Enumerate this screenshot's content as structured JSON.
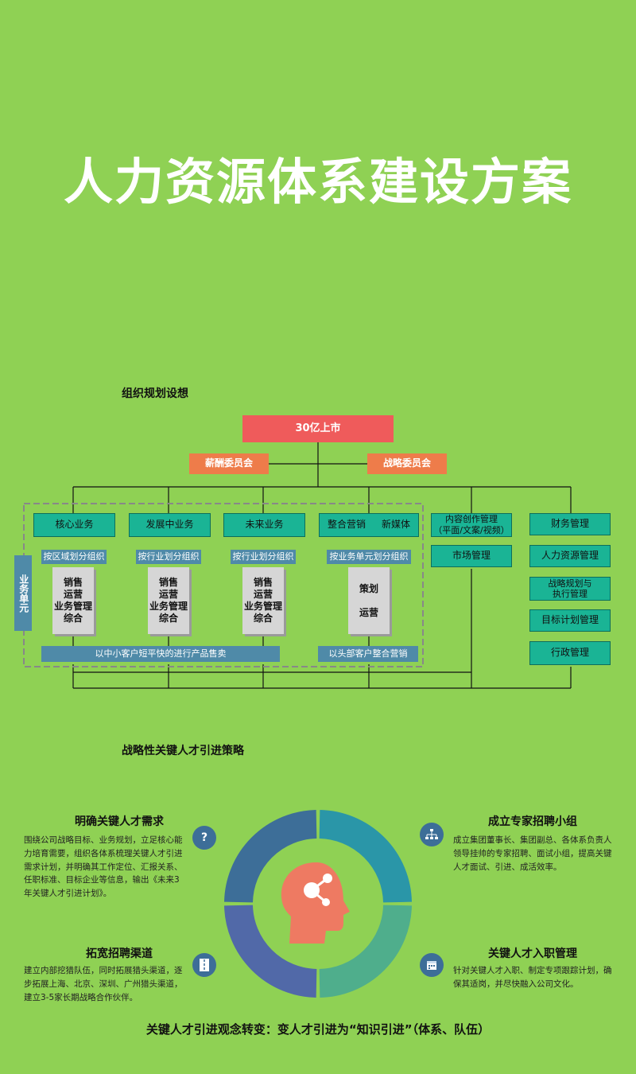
{
  "title": "人力资源体系建设方案",
  "org": {
    "heading": "组织规划设想",
    "top": "30亿上市",
    "committees": [
      "薪酬委员会",
      "战略委员会"
    ],
    "side_label": "业务单元",
    "business": [
      "核心业务",
      "发展中业务",
      "未来业务"
    ],
    "integrated": [
      "整合营销",
      "新媒体"
    ],
    "division": [
      "按区域划分组织",
      "按行业划分组织",
      "按行业划分组织",
      "按业务单元划分组织"
    ],
    "functions": [
      "销售\n运营\n业务管理\n综合",
      "销售\n运营\n业务管理\n综合",
      "销售\n运营\n业务管理\n综合",
      "策划\n\n运营"
    ],
    "bottom_bars": [
      "以中小客户短平快的进行产品售卖",
      "以头部客户整合营销"
    ],
    "content": [
      "内容创作管理\n（平面/文案/视频）",
      "市场管理"
    ],
    "right_col": [
      "财务管理",
      "人力资源管理",
      "战略规划与\n执行管理",
      "目标计划管理",
      "行政管理"
    ]
  },
  "strategy": {
    "heading": "战略性关键人才引进策略",
    "items": [
      {
        "title": "明确关键人才需求",
        "icon": "question-icon",
        "text": "围绕公司战略目标、业务规划，立足核心能力培育需要，组织各体系梳理关键人才引进需求计划，并明确其工作定位、汇报关系、任职标准、目标企业等信息，输出《未来3年关键人才引进计划》。"
      },
      {
        "title": "成立专家招聘小组",
        "icon": "org-chart-icon",
        "text": "成立集团董事长、集团副总、各体系负责人领导挂帅的专家招聘、面试小组，提高关键人才面试、引进、成活效率。"
      },
      {
        "title": "拓宽招聘渠道",
        "icon": "road-icon",
        "text": "建立内部挖猎队伍，同时拓展猎头渠道，逐步拓展上海、北京、深圳、广州猎头渠道，建立3-5家长期战略合作伙伴。"
      },
      {
        "title": "关键人才入职管理",
        "icon": "calendar-money-icon",
        "text": "针对关键人才入职、制定专项跟踪计划，确保其适岗，并尽快融入公司文化。"
      }
    ],
    "ring_colors": [
      "#3d6e98",
      "#2a96a8",
      "#4fae8c",
      "#5169a8"
    ],
    "head_color": "#ee7a62",
    "conclusion": "关键人才引进观念转变：变人才引进为“知识引进”（体系、队伍）"
  }
}
